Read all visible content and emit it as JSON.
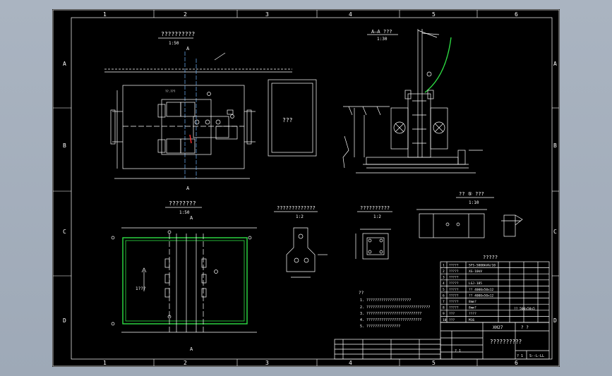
{
  "grid": {
    "columns": [
      "1",
      "2",
      "3",
      "4",
      "5",
      "6"
    ],
    "rows": [
      "A",
      "B",
      "C",
      "D"
    ]
  },
  "views": {
    "plan_top": {
      "title": "??????????",
      "scale": "1:50",
      "section_mark": "A"
    },
    "section_aa": {
      "title": "A—A ???",
      "scale": "1:30"
    },
    "foundation_plan": {
      "title": "????????",
      "scale": "1:50",
      "section_mark": "A"
    },
    "detail_1": {
      "title": "?????????????",
      "scale": "1:2"
    },
    "detail_2": {
      "title": "??????????",
      "scale": "1:2"
    },
    "detail_3": {
      "title": "?? ⑤  ???",
      "scale": "1:10"
    }
  },
  "side_box_label": "???",
  "parts_list": {
    "title": "?????",
    "rows": [
      {
        "no": "1",
        "name": "?????",
        "spec": "SFS-5000kVA/10"
      },
      {
        "no": "2",
        "name": "?????",
        "spec": "XG-10kV"
      },
      {
        "no": "3",
        "name": "?????",
        "spec": ""
      },
      {
        "no": "4",
        "name": "?????",
        "spec": "LGJ-185"
      },
      {
        "no": "5",
        "name": "?????",
        "spec": "?? 4000x50x12"
      },
      {
        "no": "6",
        "name": "?????",
        "spec": "?? 4000x50x12"
      },
      {
        "no": "7",
        "name": "?????",
        "spec": "8mm?"
      },
      {
        "no": "8",
        "name": "?????",
        "spec": "8mm?"
      },
      {
        "no": "9",
        "name": "???",
        "spec": "????"
      },
      {
        "no": "10",
        "name": "???",
        "spec": "M16"
      }
    ],
    "extra_spec": "?? 500x50x5"
  },
  "notes": {
    "heading": "??",
    "lines": [
      "1. ?????????????????????",
      "2. ??????????????????????????????",
      "3. ??????????????????????????",
      "4. ??????????????????????????",
      "5. ????????????????"
    ]
  },
  "title_block": {
    "project": "??????????",
    "code": "XH27",
    "mark": "? ?",
    "stage": "? 1",
    "sheet": "? 1",
    "date": "S--L-LL"
  },
  "colors": {
    "background": "#000000",
    "lines": "#ffffff",
    "highlight": "#2ee044",
    "accent_red": "#ff3030"
  }
}
